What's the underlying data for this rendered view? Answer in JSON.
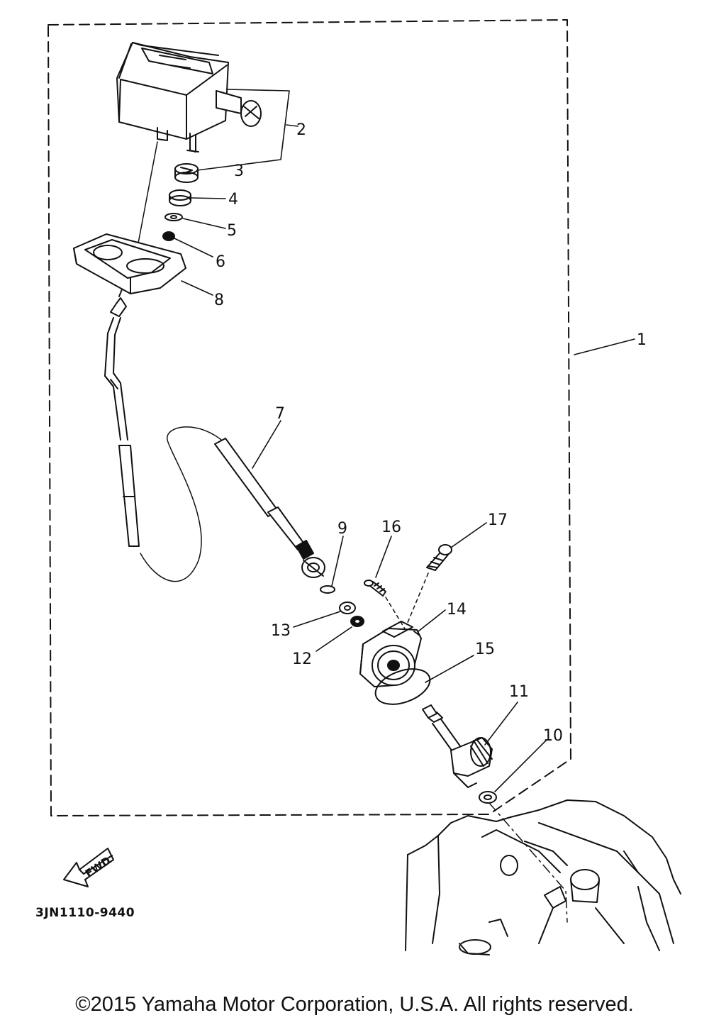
{
  "callouts": {
    "c1": "1",
    "c2": "2",
    "c3": "3",
    "c4": "4",
    "c5": "5",
    "c6": "6",
    "c7": "7",
    "c8": "8",
    "c9": "9",
    "c10": "10",
    "c11": "11",
    "c12": "12",
    "c13": "13",
    "c14": "14",
    "c15": "15",
    "c16": "16",
    "c17": "17"
  },
  "fwd_label": "FWD",
  "diagram_code": "3JN1110-9440",
  "copyright": "©2015 Yamaha Motor Corporation, U.S.A. All rights reserved."
}
